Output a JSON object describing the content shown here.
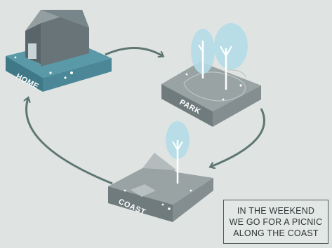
{
  "places": {
    "home": {
      "label": "HOME"
    },
    "park": {
      "label": "PARK"
    },
    "coast": {
      "label": "COAST"
    }
  },
  "caption": {
    "lines": [
      "IN THE WEEKEND",
      "WE GO FOR A PICNIC",
      "ALONG THE COAST"
    ]
  },
  "colors": {
    "background": "#dfe4e2",
    "home_tile": "#4f8a98",
    "grey_tile": "#8a9495",
    "arrow": "#5f7673",
    "tree_canopy": "#b4dbe8",
    "house": "#5f6a6c"
  }
}
